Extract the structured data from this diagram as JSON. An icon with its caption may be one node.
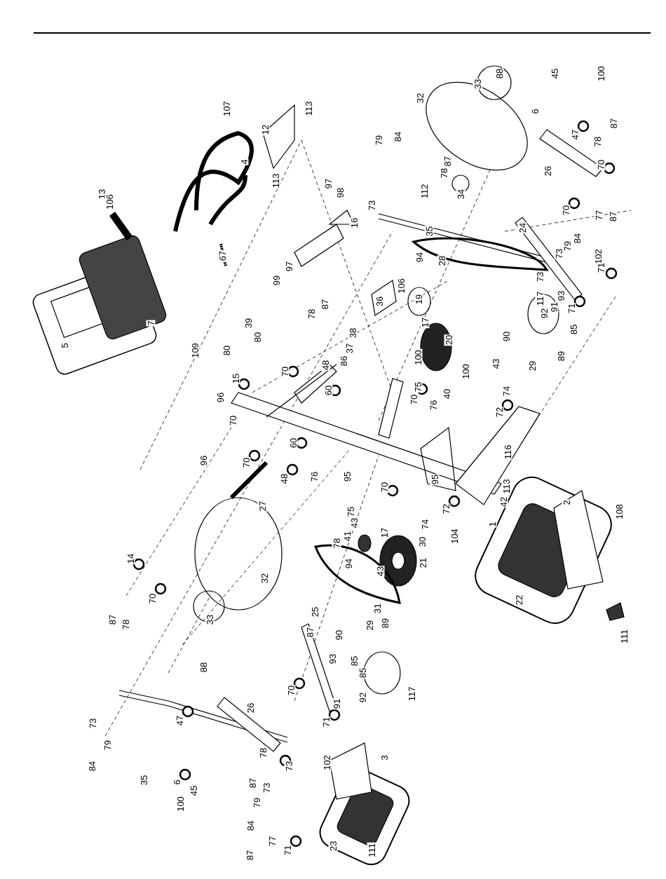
{
  "diagram": {
    "labels": [
      "107",
      "113",
      "12",
      "4",
      "13",
      "106",
      "113",
      "97",
      "98",
      "16",
      "67",
      "7",
      "5",
      "97",
      "99",
      "87",
      "78",
      "39",
      "80",
      "80",
      "70",
      "15",
      "48",
      "86",
      "37",
      "38",
      "36",
      "106",
      "109",
      "96",
      "70",
      "60",
      "60",
      "70",
      "96",
      "48",
      "76",
      "95",
      "27",
      "75",
      "70",
      "43",
      "41",
      "78",
      "94",
      "17",
      "88",
      "45",
      "100",
      "33",
      "32",
      "6",
      "87",
      "47",
      "78",
      "79",
      "84",
      "87",
      "78",
      "112",
      "34",
      "70",
      "26",
      "73",
      "35",
      "70",
      "77",
      "87",
      "84",
      "79",
      "24",
      "73",
      "73",
      "102",
      "71",
      "28",
      "94",
      "19",
      "93",
      "91",
      "92",
      "117",
      "71",
      "85",
      "90",
      "89",
      "20",
      "17",
      "100",
      "100",
      "29",
      "43",
      "75",
      "40",
      "74",
      "72",
      "76",
      "70",
      "116",
      "113",
      "42",
      "1",
      "108",
      "2",
      "95",
      "72",
      "74",
      "104",
      "30",
      "21",
      "31",
      "43",
      "22",
      "111",
      "14",
      "70",
      "87",
      "78",
      "32",
      "33",
      "88",
      "87",
      "25",
      "90",
      "29",
      "89",
      "93",
      "85",
      "85",
      "117",
      "92",
      "91",
      "73",
      "79",
      "84",
      "47",
      "26",
      "70",
      "35",
      "6",
      "45",
      "100",
      "78",
      "87",
      "73",
      "73",
      "71",
      "102",
      "79",
      "84",
      "87",
      "77",
      "71",
      "3",
      "23",
      "111"
    ]
  }
}
